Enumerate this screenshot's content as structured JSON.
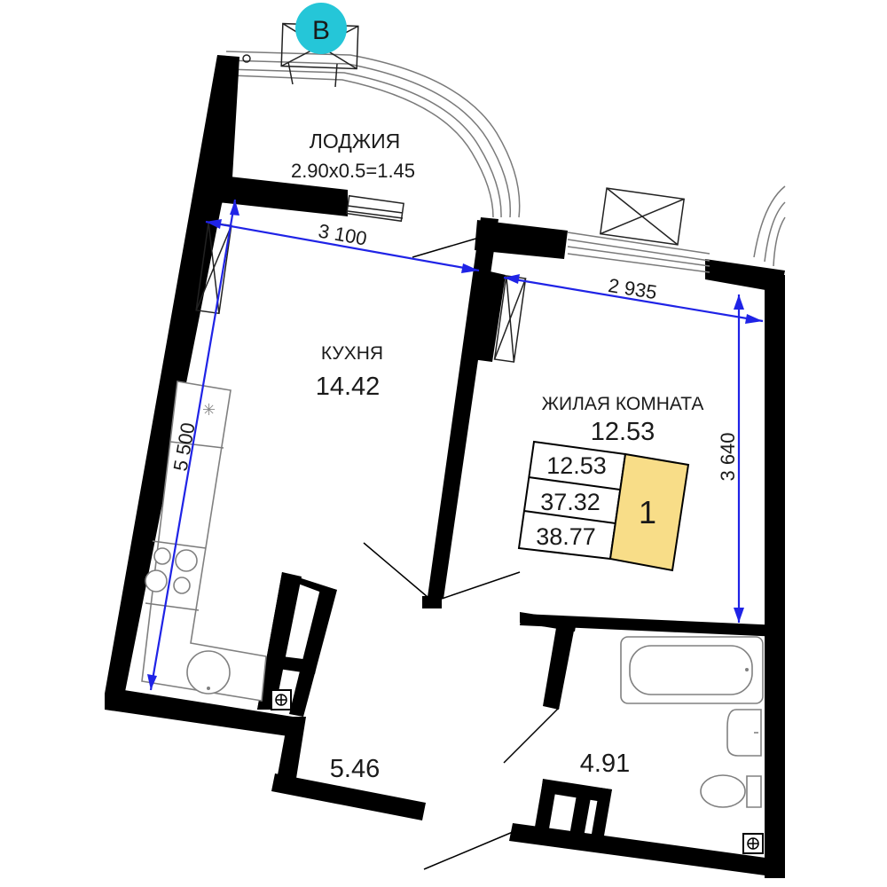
{
  "rooms": {
    "loggia": {
      "name": "ЛОДЖИЯ",
      "area": "2.90x0.5=1.45"
    },
    "kitchen": {
      "name": "КУХНЯ",
      "area": "14.42"
    },
    "living": {
      "name": "ЖИЛАЯ КОМНАТА",
      "area": "12.53"
    },
    "hall": {
      "area": "5.46"
    },
    "bath": {
      "area": "4.91"
    }
  },
  "dimensions": {
    "kitchen_width": "3 100",
    "kitchen_length": "5 500",
    "living_width": "2 935",
    "living_length": "3 640"
  },
  "summary_table": {
    "living_area": "12.53",
    "total_area": "37.32",
    "total_with_loggia": "38.77",
    "rooms_count": "1"
  },
  "compass": {
    "letter": "В",
    "color": "#25c6d8"
  },
  "colors": {
    "wall": "#000000",
    "dimension": "#1f23e6",
    "badge": "#f8dd88"
  }
}
